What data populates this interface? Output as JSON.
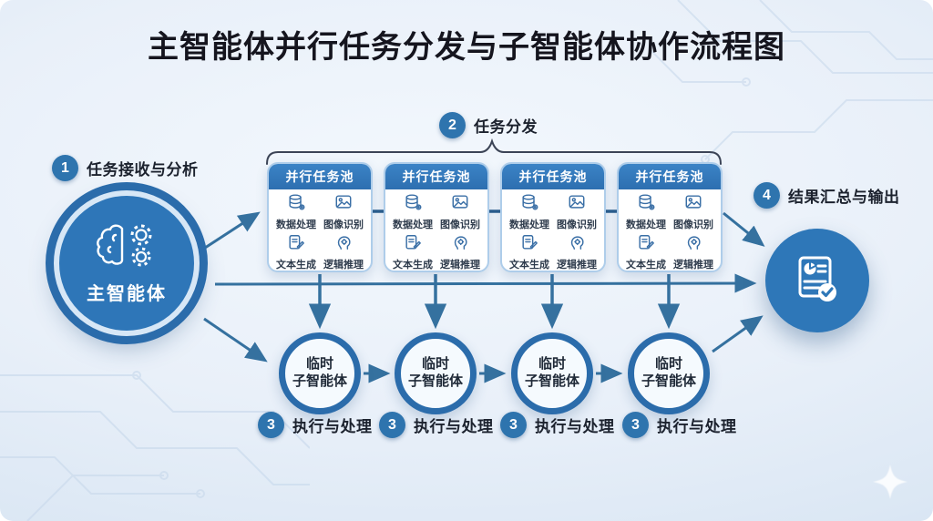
{
  "title": "主智能体并行任务分发与子智能体协作流程图",
  "badges": {
    "step1": {
      "num": "1",
      "label": "任务接收与分析"
    },
    "step2": {
      "num": "2",
      "label": "任务分发"
    },
    "step3": {
      "num": "3",
      "label": "执行与处理"
    },
    "step4": {
      "num": "4",
      "label": "结果汇总与输出"
    }
  },
  "main_agent": {
    "label": "主智能体",
    "icon": "brain-gears-icon"
  },
  "pools": [
    {
      "title": "并行任务池",
      "items": [
        {
          "label": "数据处理",
          "icon": "database-icon"
        },
        {
          "label": "图像识别",
          "icon": "image-icon"
        },
        {
          "label": "文本生成",
          "icon": "text-generation-icon"
        },
        {
          "label": "逻辑推理",
          "icon": "logic-head-icon"
        }
      ]
    },
    {
      "title": "并行任务池",
      "items": [
        {
          "label": "数据处理",
          "icon": "database-icon"
        },
        {
          "label": "图像识别",
          "icon": "image-icon"
        },
        {
          "label": "文本生成",
          "icon": "text-generation-icon"
        },
        {
          "label": "逻辑推理",
          "icon": "logic-head-icon"
        }
      ]
    },
    {
      "title": "并行任务池",
      "items": [
        {
          "label": "数据处理",
          "icon": "database-icon"
        },
        {
          "label": "图像识别",
          "icon": "image-icon"
        },
        {
          "label": "文本生成",
          "icon": "text-generation-icon"
        },
        {
          "label": "逻辑推理",
          "icon": "logic-head-icon"
        }
      ]
    },
    {
      "title": "并行任务池",
      "items": [
        {
          "label": "数据处理",
          "icon": "database-icon"
        },
        {
          "label": "图像识别",
          "icon": "image-icon"
        },
        {
          "label": "文本生成",
          "icon": "text-generation-icon"
        },
        {
          "label": "逻辑推理",
          "icon": "logic-head-icon"
        }
      ]
    }
  ],
  "sub_agents": [
    {
      "lines": [
        "临时",
        "子智能体"
      ]
    },
    {
      "lines": [
        "临时",
        "子智能体"
      ]
    },
    {
      "lines": [
        "临时",
        "子智能体"
      ]
    },
    {
      "lines": [
        "临时",
        "子智能体"
      ]
    }
  ],
  "output": {
    "icon": "report-check-icon"
  },
  "colors": {
    "primary_blue": "#2e76b8",
    "deep_blue": "#2b6cab",
    "header_blue": "#3b83c6",
    "badge_blue": "#2e74ae",
    "arrow_blue": "#35719f",
    "background_light": "#e9f0f9",
    "text_dark": "#1c222e"
  }
}
